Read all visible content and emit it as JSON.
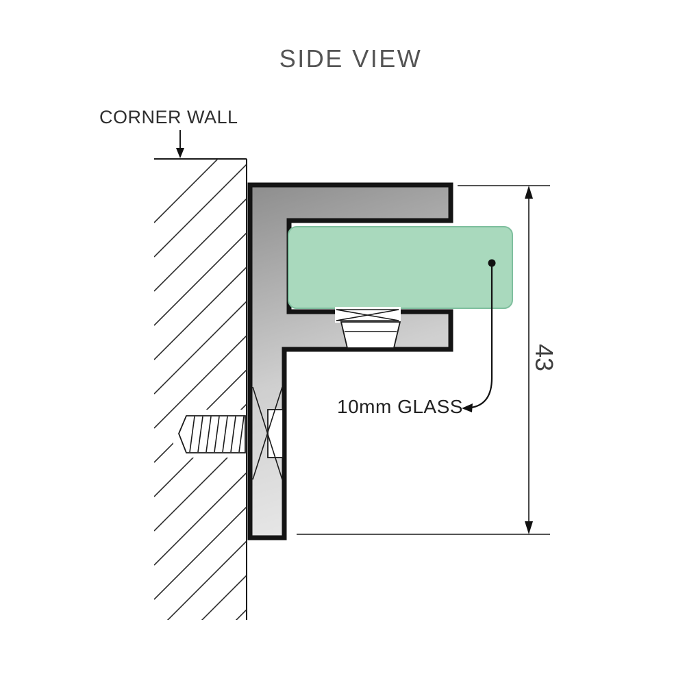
{
  "title": "SIDE VIEW",
  "labels": {
    "wall": "CORNER WALL",
    "glass": "10mm GLASS"
  },
  "dimension": {
    "value": "43"
  },
  "colors": {
    "glass": "#a9d9bd",
    "metal_dark": "#8c8c8c",
    "metal_mid": "#cfcfcf",
    "metal_light": "#efefef"
  }
}
